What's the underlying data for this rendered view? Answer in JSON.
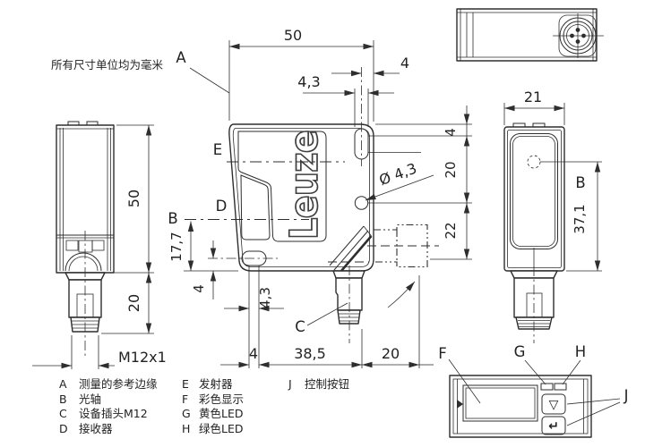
{
  "note": "所有尺寸单位均为毫米",
  "brand_logo": "Leuze",
  "callouts": {
    "A": "A",
    "B": "B",
    "C": "C",
    "D": "D",
    "E": "E",
    "F": "F",
    "G": "G",
    "H": "H",
    "J": "J"
  },
  "dims": {
    "front_width": "50",
    "side_height": "50",
    "side_connector": "20",
    "thread": "M12x1",
    "slot_center_to_edge": "4",
    "slot_width_top": "4,3",
    "hole_diameter": "Ø 4,3",
    "top_to_slot": "4",
    "slot_to_hole": "20",
    "hole_to_axis": "22",
    "axis_to_bottom": "17,7",
    "bottom_slot_offset": "4",
    "bottom_slot_width": "4,3",
    "chain_left": "4",
    "chain_mid": "38,5",
    "chain_right": "20",
    "housing_depth": "21",
    "optical_axis_height": "37,1"
  },
  "panel": {
    "down_button_icon": "▽",
    "enter_button_icon": "↵"
  },
  "legend": {
    "col1": [
      {
        "key": "A",
        "label": "测量的参考边缘"
      },
      {
        "key": "B",
        "label": "光轴"
      },
      {
        "key": "C",
        "label": "设备插头M12"
      },
      {
        "key": "D",
        "label": "接收器"
      }
    ],
    "col2": [
      {
        "key": "E",
        "label": "发射器"
      },
      {
        "key": "F",
        "label": "彩色显示"
      },
      {
        "key": "G",
        "label": "黄色LED"
      },
      {
        "key": "H",
        "label": "绿色LED"
      }
    ],
    "col3": [
      {
        "key": "J",
        "label": "控制按钮"
      }
    ]
  }
}
